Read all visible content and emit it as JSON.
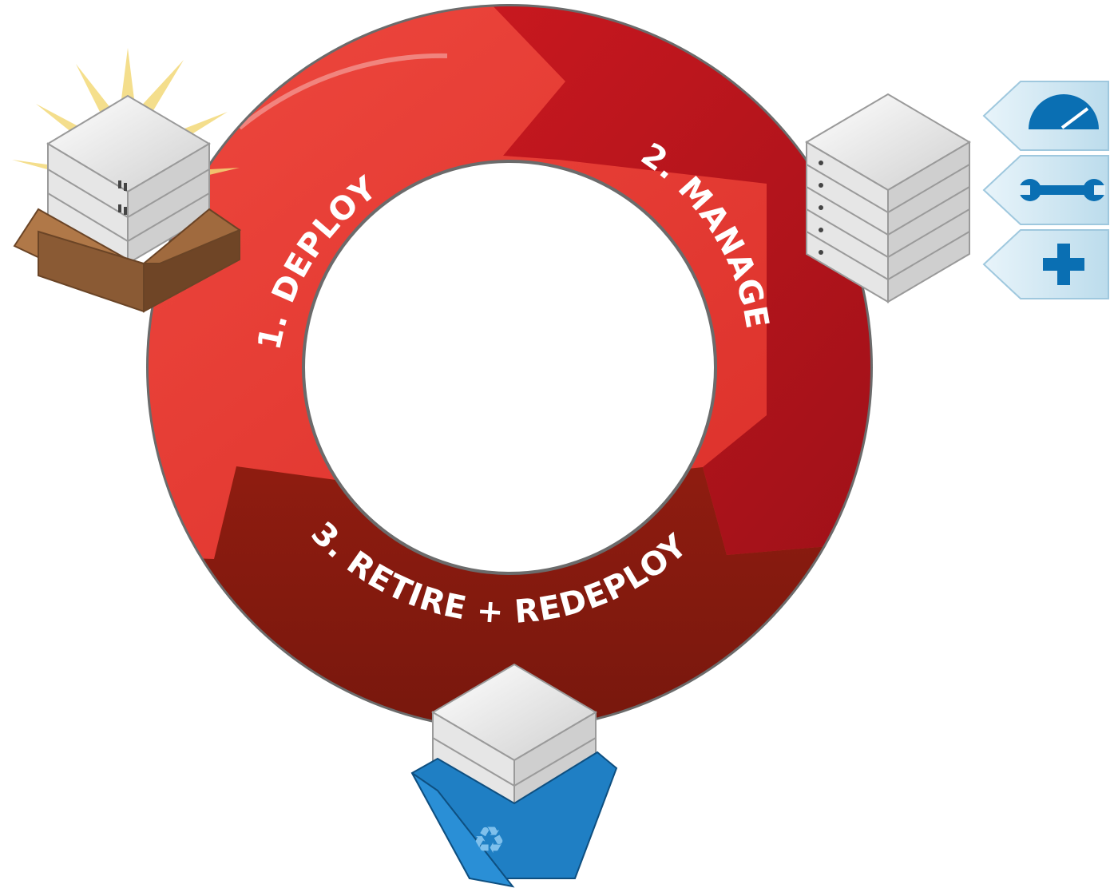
{
  "diagram": {
    "steps": [
      {
        "id": "deploy",
        "label": "1. DEPLOY",
        "color": "#e8302c"
      },
      {
        "id": "manage",
        "label": "2. MANAGE",
        "color": "#b3141c"
      },
      {
        "id": "retire",
        "label": "3. RETIRE + REDEPLOY",
        "color": "#8a1a10"
      }
    ],
    "icons": {
      "deploy": "server-in-box-icon",
      "manage": "server-rack-icon",
      "retire": "server-in-recycle-bin-icon",
      "tags": [
        "speedometer-icon",
        "wrench-icon",
        "plus-icon"
      ]
    },
    "colors": {
      "tag_fill": "#cfe7f3",
      "tag_icon": "#0a6fb3",
      "box": "#8a5a34",
      "bin": "#1f7fc4",
      "burst": "#f3d978"
    }
  }
}
